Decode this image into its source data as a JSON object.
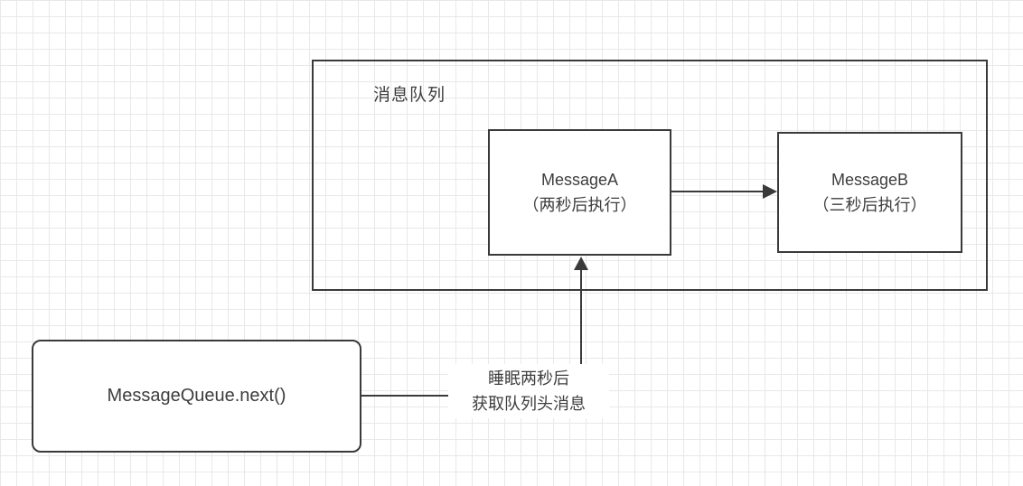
{
  "canvas": {
    "background_color": "#ffffff",
    "grid_color": "#e8e8e8",
    "stroke_color": "#3a3a3a",
    "text_color": "#3d3d3d"
  },
  "queue_container": {
    "title": "消息队列"
  },
  "message_a": {
    "line1": "MessageA",
    "line2": "（两秒后执行）"
  },
  "message_b": {
    "line1": "MessageB",
    "line2": "（三秒后执行）"
  },
  "next_box": {
    "label": "MessageQueue.next()"
  },
  "edge_label": {
    "line1": "睡眠两秒后",
    "line2": "获取队列头消息"
  }
}
